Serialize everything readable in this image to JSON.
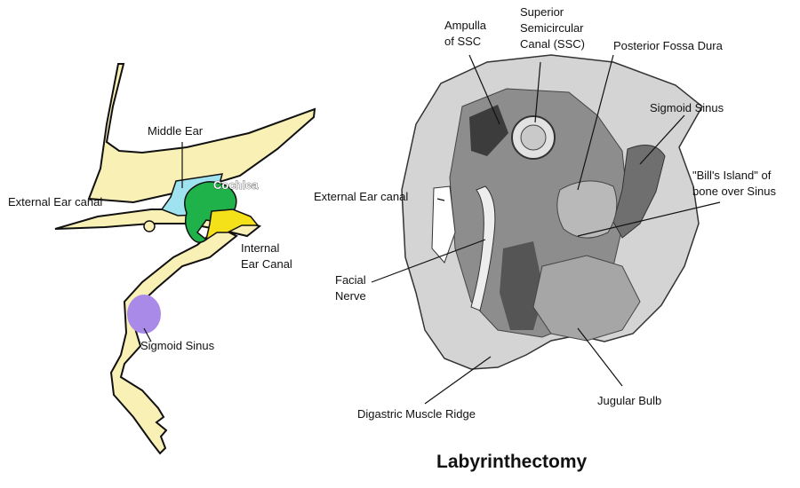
{
  "title": "Labyrinthectomy",
  "left_diagram": {
    "labels": {
      "middle_ear": "Middle Ear",
      "cochlea": "Cochlea",
      "external_ear_canal": "External  Ear canal",
      "internal_ear_canal_1": "Internal",
      "internal_ear_canal_2": "Ear Canal",
      "sigmoid_sinus": "Sigmoid Sinus"
    },
    "colors": {
      "bone": "#f8f0b4",
      "middle_ear": "#9fe2f0",
      "cochlea": "#1fb14a",
      "internal_canal": "#f4e11a",
      "sigmoid_sinus": "#a98ae8",
      "outline": "#111111"
    }
  },
  "right_drawing": {
    "labels": {
      "ampulla_1": "Ampulla",
      "ampulla_2": "of SSC",
      "superior_1": "Superior",
      "superior_2": "Semicircular",
      "superior_3": "Canal (SSC)",
      "posterior_fossa_dura": "Posterior Fossa Dura",
      "sigmoid_sinus": "Sigmoid Sinus",
      "bills_island_1": "\"Bill's Island\" of",
      "bills_island_2": "bone over Sinus",
      "external_ear_canal": "External  Ear canal",
      "facial_nerve_1": "Facial",
      "facial_nerve_2": "Nerve",
      "digastric_ridge": "Digastric Muscle Ridge",
      "jugular_bulb": "Jugular Bulb"
    }
  }
}
